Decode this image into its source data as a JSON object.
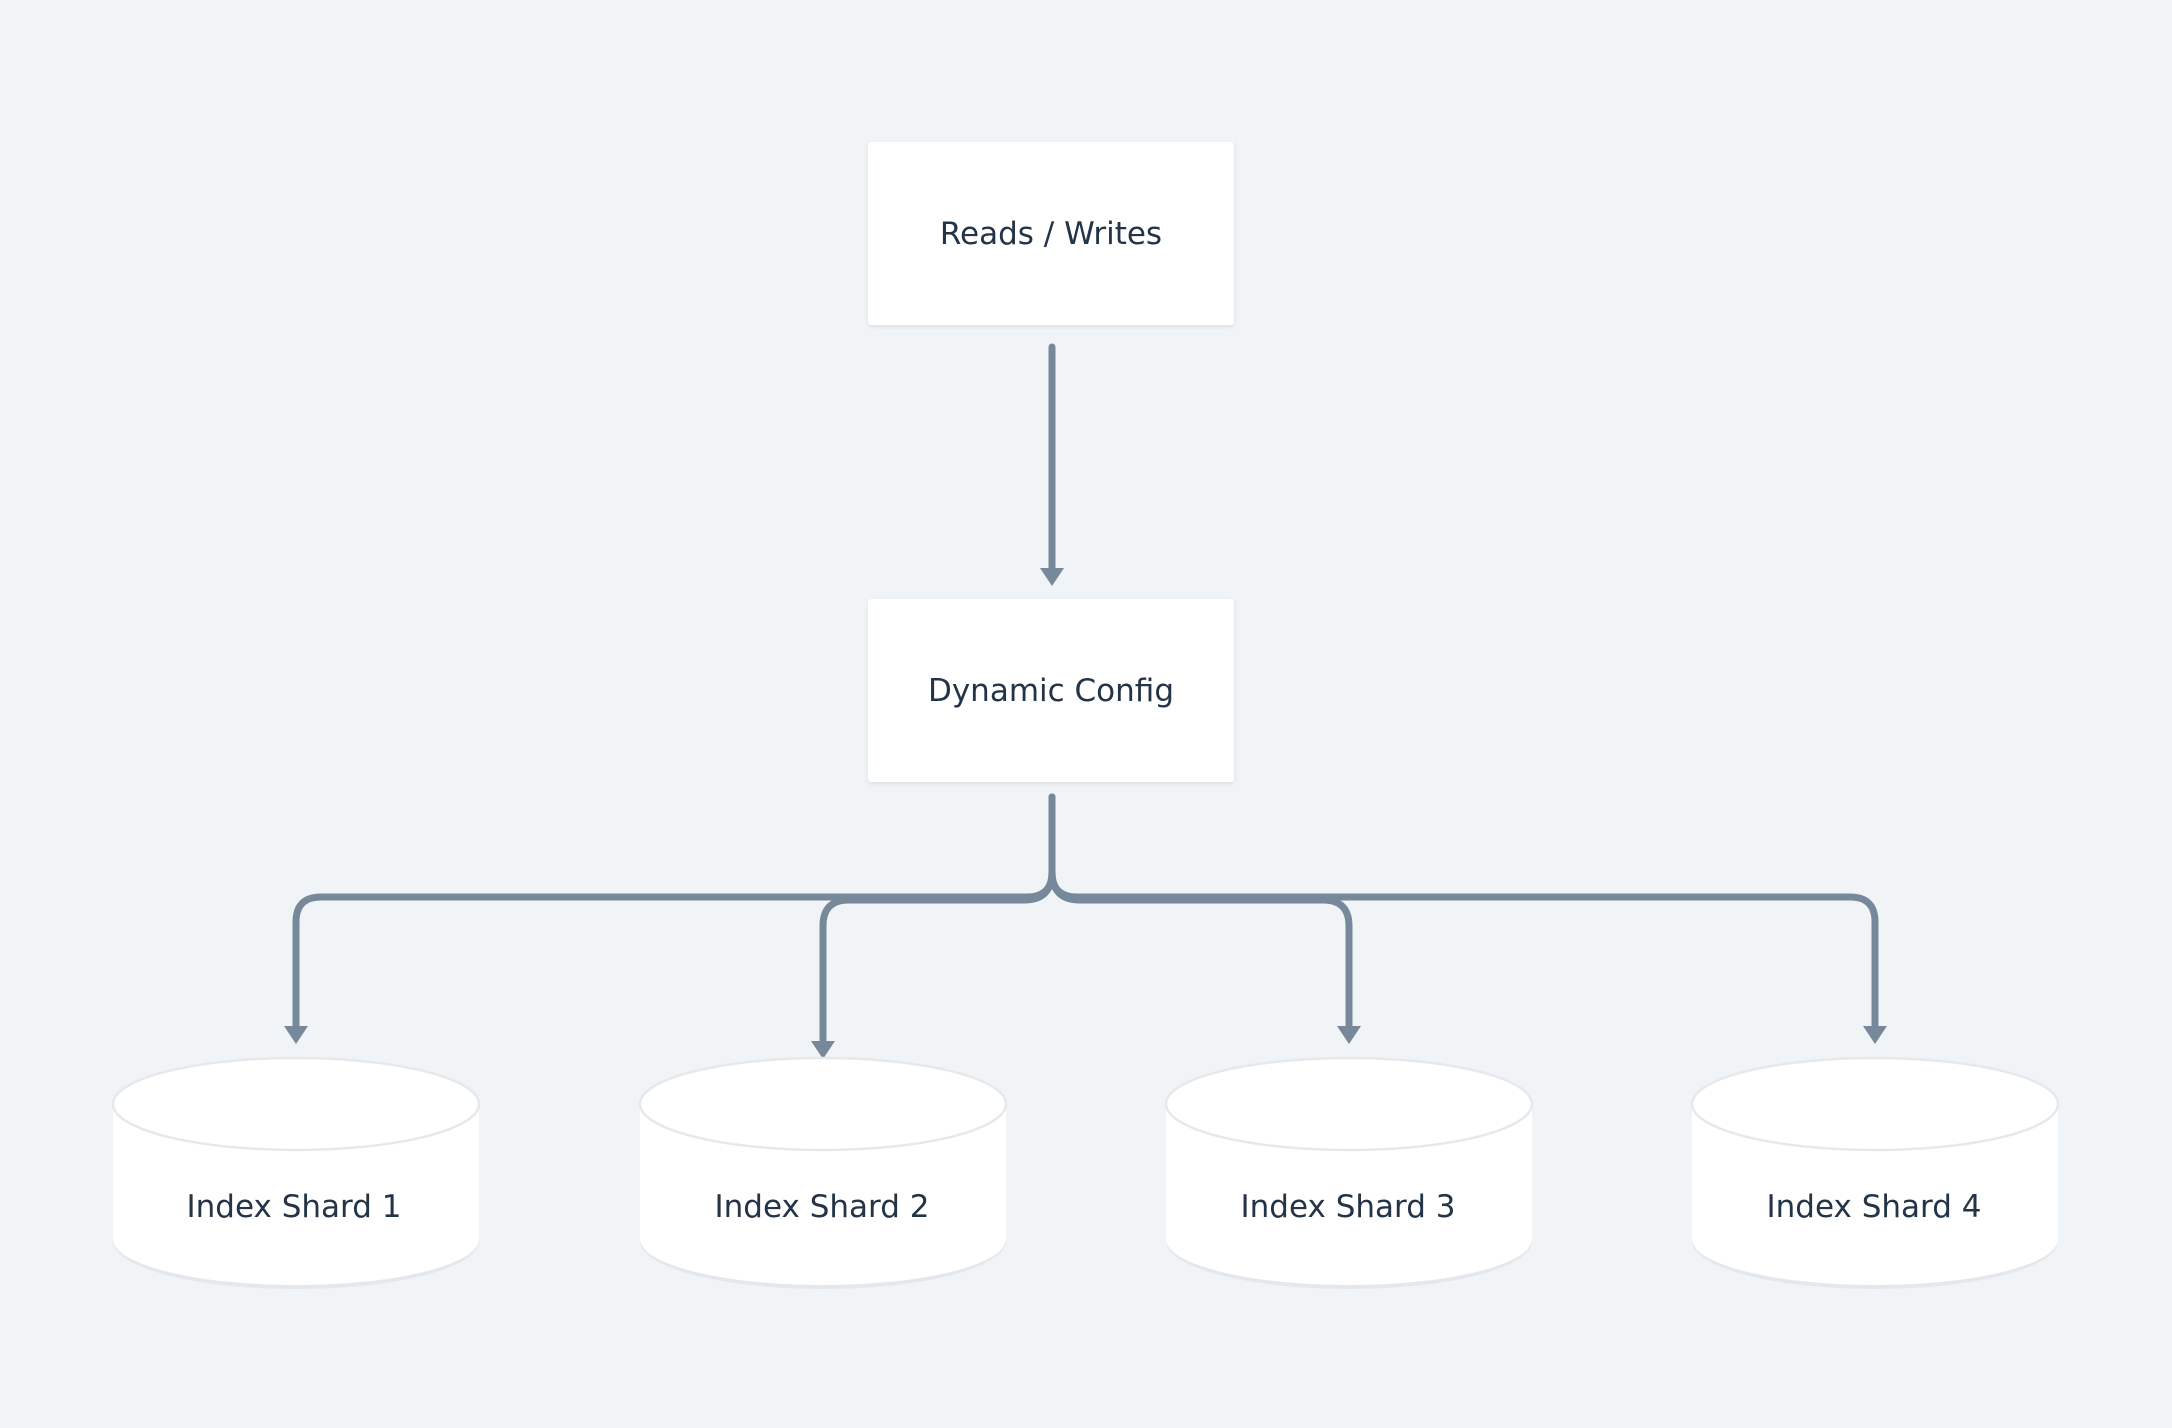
{
  "diagram": {
    "nodes": {
      "reads_writes": {
        "label": "Reads / Writes",
        "shape": "box"
      },
      "dynamic_config": {
        "label": "Dynamic Config",
        "shape": "box"
      },
      "shard_1": {
        "label": "Index Shard 1",
        "shape": "cylinder"
      },
      "shard_2": {
        "label": "Index Shard 2",
        "shape": "cylinder"
      },
      "shard_3": {
        "label": "Index Shard 3",
        "shape": "cylinder"
      },
      "shard_4": {
        "label": "Index Shard 4",
        "shape": "cylinder"
      }
    },
    "edges": [
      {
        "from": "reads_writes",
        "to": "dynamic_config"
      },
      {
        "from": "dynamic_config",
        "to": "shard_1"
      },
      {
        "from": "dynamic_config",
        "to": "shard_2"
      },
      {
        "from": "dynamic_config",
        "to": "shard_3"
      },
      {
        "from": "dynamic_config",
        "to": "shard_4"
      }
    ],
    "colors": {
      "background": "#f0f4f7",
      "node_fill": "#ffffff",
      "edge": "#77889a",
      "text": "#243447"
    }
  }
}
